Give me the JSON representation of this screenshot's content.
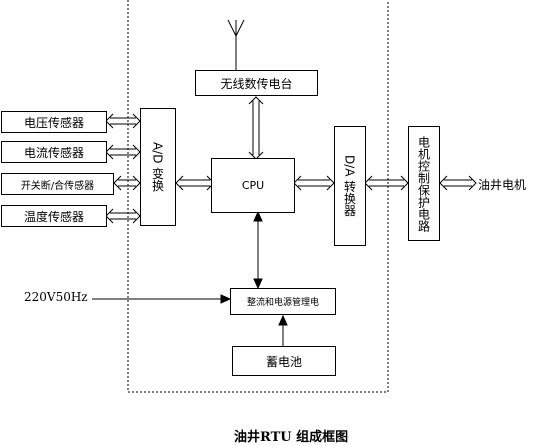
{
  "sensors": [
    {
      "label": "电压传感器"
    },
    {
      "label": "电流传感器"
    },
    {
      "label": "开关断/合传感器"
    },
    {
      "label": "温度传感器"
    }
  ],
  "blocks": {
    "ad": "A/D 变换",
    "radio": "无线数传电台",
    "cpu": "CPU",
    "da": "D/A 转换器",
    "motor_ctrl": "电机控制保护电路",
    "power": "整流和电源管理电",
    "battery": "蓄电池"
  },
  "labels": {
    "supply": "220V50Hz",
    "motor": "油井电机"
  },
  "caption": "油井RTU 组成框图"
}
